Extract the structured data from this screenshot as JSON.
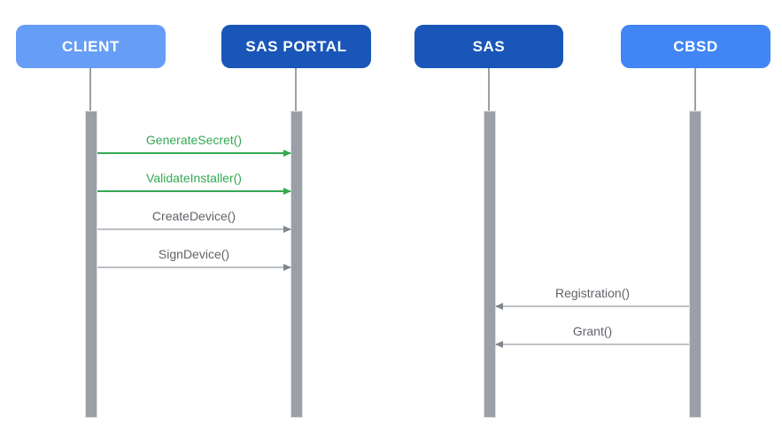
{
  "diagram": {
    "type": "sequence-diagram",
    "actors": [
      {
        "label": "CLIENT",
        "fill": "#669DF6",
        "text_color": "#FFFFFF"
      },
      {
        "label": "SAS PORTAL",
        "fill": "#1956B8",
        "text_color": "#FFFFFF"
      },
      {
        "label": "SAS",
        "fill": "#1956B8",
        "text_color": "#FFFFFF"
      },
      {
        "label": "CBSD",
        "fill": "#4285F4",
        "text_color": "#FFFFFF"
      }
    ],
    "messages": [
      {
        "label": "GenerateSecret()",
        "from": "CLIENT",
        "to": "SAS PORTAL",
        "direction": "right",
        "label_color": "#34A853",
        "line_color": "#34A853",
        "arrow_color": "#34A853"
      },
      {
        "label": "ValidateInstaller()",
        "from": "CLIENT",
        "to": "SAS PORTAL",
        "direction": "right",
        "label_color": "#34A853",
        "line_color": "#34A853",
        "arrow_color": "#34A853"
      },
      {
        "label": "CreateDevice()",
        "from": "CLIENT",
        "to": "SAS PORTAL",
        "direction": "right",
        "label_color": "#5F6368",
        "line_color": "#BDC1C6",
        "arrow_color": "#80868B"
      },
      {
        "label": "SignDevice()",
        "from": "CLIENT",
        "to": "SAS PORTAL",
        "direction": "right",
        "label_color": "#5F6368",
        "line_color": "#BDC1C6",
        "arrow_color": "#80868B"
      },
      {
        "label": "Registration()",
        "from": "CBSD",
        "to": "SAS",
        "direction": "left",
        "label_color": "#5F6368",
        "line_color": "#BDC1C6",
        "arrow_color": "#80868B"
      },
      {
        "label": "Grant()",
        "from": "CBSD",
        "to": "SAS",
        "direction": "left",
        "label_color": "#5F6368",
        "line_color": "#BDC1C6",
        "arrow_color": "#80868B"
      }
    ],
    "colors": {
      "background": "#FFFFFF",
      "lifeline": "#9AA0A6",
      "activation_bar_fill": "#9AA0A6",
      "activation_bar_border": "#DDE0E3"
    }
  }
}
